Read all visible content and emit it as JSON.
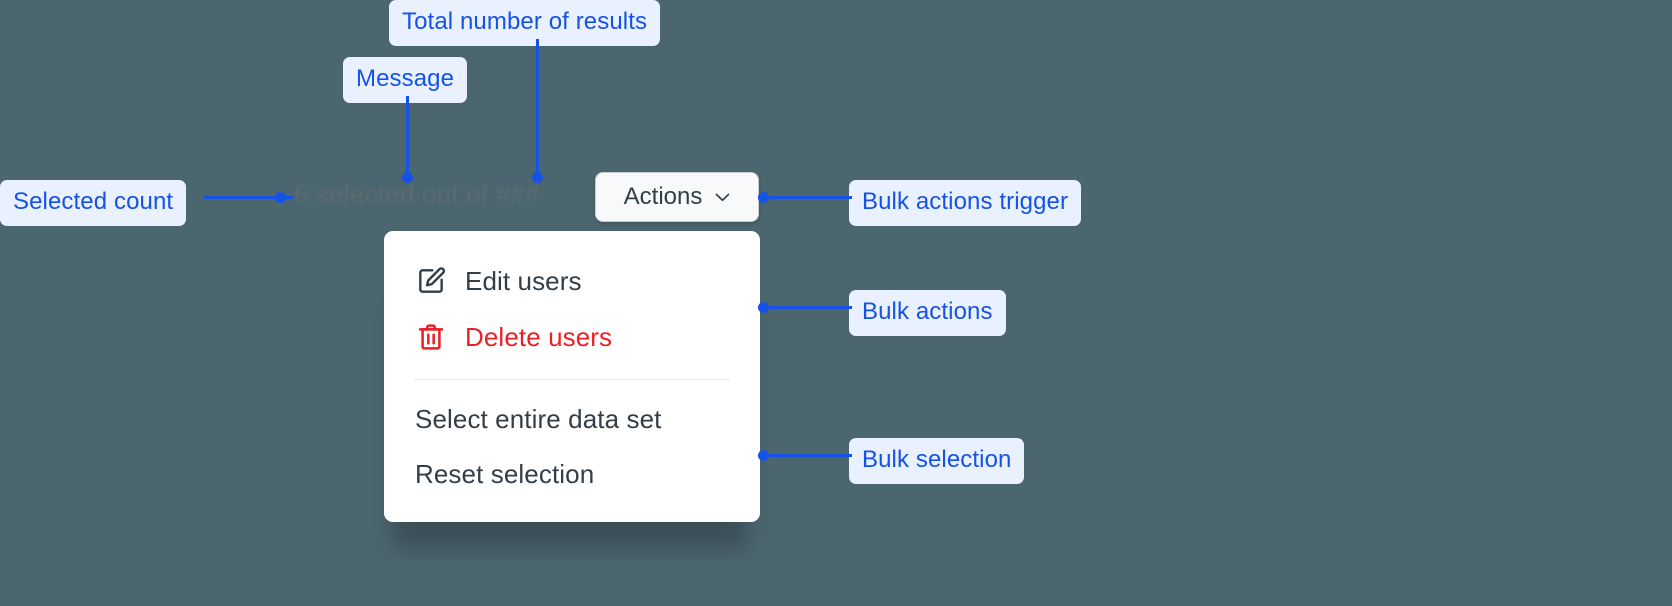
{
  "theme": {
    "background": "#4c666f",
    "annotation_bg": "#eaf1fe",
    "annotation_fg": "#1452e8",
    "connector": "#1452e8",
    "menu_bg": "#ffffff",
    "menu_text": "#333e48",
    "danger": "#ea2027",
    "muted_text": "#5b6a6f",
    "button_bg": "#f8f9fa",
    "button_border": "#c9ccd0"
  },
  "annotations": [
    {
      "id": "total-results",
      "label": "Total number of results"
    },
    {
      "id": "message",
      "label": "Message"
    },
    {
      "id": "selected-count",
      "label": "Selected count"
    },
    {
      "id": "bulk-actions-trigger",
      "label": "Bulk actions trigger"
    },
    {
      "id": "bulk-actions",
      "label": "Bulk actions"
    },
    {
      "id": "bulk-selection",
      "label": "Bulk selection"
    }
  ],
  "bulk_bar": {
    "message_prefix": "6 selected out of ",
    "total_placeholder": "###",
    "selected_count": "6",
    "full_message": "6 selected out of ###",
    "trigger": {
      "label": "Actions",
      "icon": "chevron-down-icon"
    }
  },
  "menu": {
    "groups": [
      {
        "id": "bulk-actions",
        "items": [
          {
            "id": "edit-users",
            "label": "Edit users",
            "icon": "edit-pencil-icon",
            "danger": false
          },
          {
            "id": "delete-users",
            "label": "Delete users",
            "icon": "trash-icon",
            "danger": true
          }
        ]
      },
      {
        "id": "bulk-selection",
        "items": [
          {
            "id": "select-entire-data-set",
            "label": "Select entire data set",
            "icon": null,
            "danger": false
          },
          {
            "id": "reset-selection",
            "label": "Reset selection",
            "icon": null,
            "danger": false
          }
        ]
      }
    ]
  }
}
